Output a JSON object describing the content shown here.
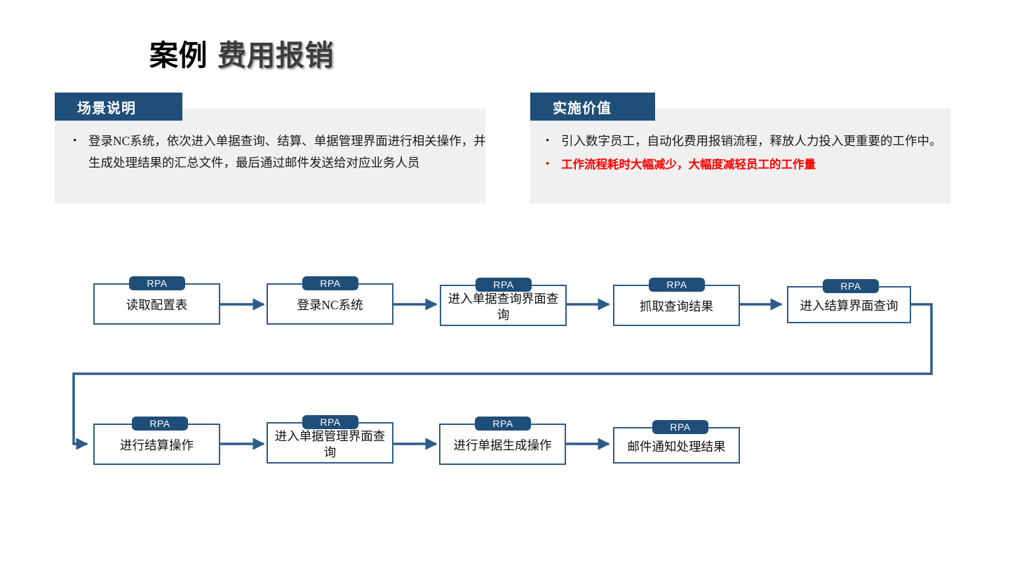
{
  "title": {
    "prefix": "案例",
    "main": "费用报销"
  },
  "colors": {
    "navy": "#1F4E79",
    "border_blue": "#2E5C8A",
    "panel_bg": "#F0F0F0",
    "emphasis_red": "#FF0000",
    "title_gray": "#3C3C3C"
  },
  "panels": {
    "scenario": {
      "header": "场景说明",
      "bullets": [
        "登录NC系统，依次进入单据查询、结算、单据管理界面进行相关操作，并生成处理结果的汇总文件，最后通过邮件发送给对应业务人员"
      ]
    },
    "value": {
      "header": "实施价值",
      "bullets": [
        "引入数字员工，自动化费用报销流程，释放人力投入更重要的工作中。",
        "工作流程耗时大幅减少，大幅度减轻员工的工作量"
      ],
      "emphasis_index": 1
    }
  },
  "flow": {
    "badge_label": "RPA",
    "row1": [
      {
        "label": "读取配置表"
      },
      {
        "label": "登录NC系统"
      },
      {
        "label": "进入单据查询界面查询"
      },
      {
        "label": "抓取查询结果"
      },
      {
        "label": "进入结算界面查询"
      }
    ],
    "row2": [
      {
        "label": "进行结算操作"
      },
      {
        "label": "进入单据管理界面查询"
      },
      {
        "label": "进行单据生成操作"
      },
      {
        "label": "邮件通知处理结果"
      }
    ]
  }
}
